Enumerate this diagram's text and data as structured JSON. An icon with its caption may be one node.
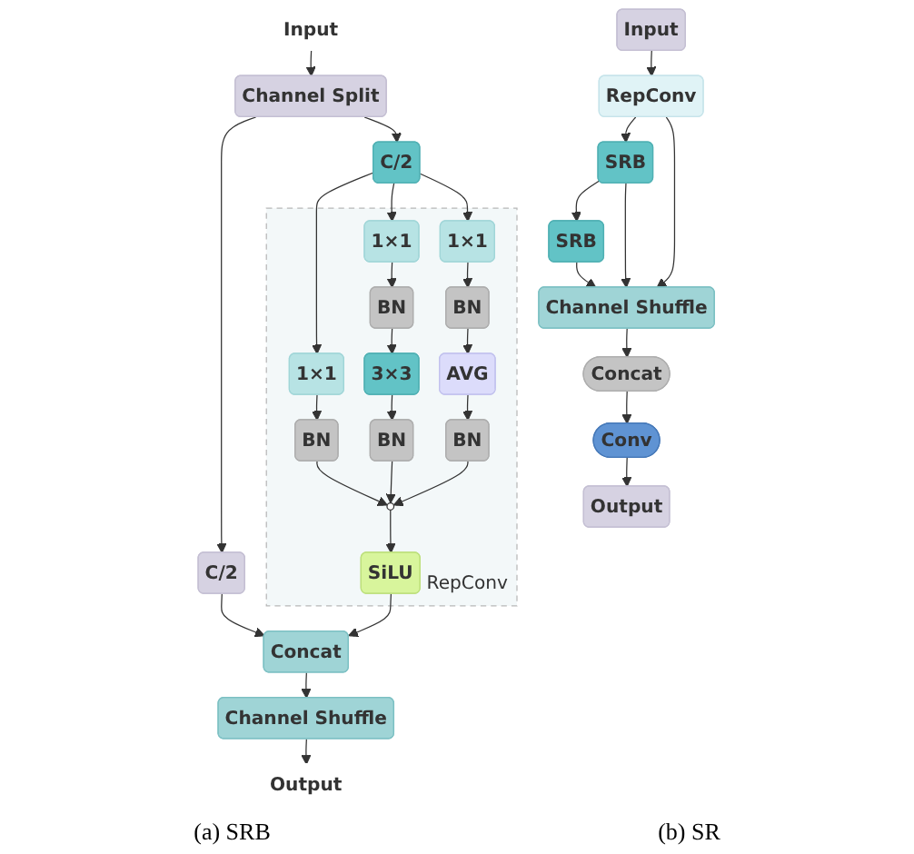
{
  "diagram": {
    "nodes": [
      {
        "text": [
          "Input"
        ]
      },
      {
        "text": [
          "Channel Split"
        ]
      },
      {
        "text": [
          "C/2"
        ]
      },
      {
        "text": [
          "C/2"
        ]
      },
      {
        "text": [
          "RepConv"
        ]
      },
      {
        "text": [
          "1×1"
        ],
        "in": 4
      },
      {
        "text": [
          "BN"
        ],
        "in": 4
      },
      {
        "text": [
          "1×1"
        ],
        "in": 4
      },
      {
        "text": [
          "BN"
        ],
        "in": 4
      },
      {
        "text": [
          "3×3"
        ],
        "in": 4
      },
      {
        "text": [
          "BN"
        ],
        "in": 4
      },
      {
        "text": [
          "1×1"
        ],
        "in": 4
      },
      {
        "text": [
          "BN"
        ],
        "in": 4
      },
      {
        "text": [
          "AVG"
        ],
        "in": 4
      },
      {
        "text": [
          "BN"
        ],
        "in": 4
      },
      {
        "text": [],
        "shape": "circle",
        "in": 4
      },
      {
        "text": [
          "SiLU"
        ],
        "in": 4
      },
      {
        "text": [
          "Concat"
        ]
      },
      {
        "text": [
          "Channel Shuffle"
        ]
      },
      {
        "text": [
          "Output"
        ]
      },
      {
        "text": [
          "Input"
        ]
      },
      {
        "text": [
          "RepConv"
        ]
      },
      {
        "text": [
          "SRB"
        ]
      },
      {
        "text": [
          "SRB"
        ]
      },
      {
        "text": [
          "Channel Shuffle"
        ]
      },
      {
        "text": [
          "Concat"
        ]
      },
      {
        "text": [
          "Conv"
        ]
      },
      {
        "text": [
          "Output"
        ]
      }
    ],
    "edges": [
      {
        "from": 0,
        "to": 1,
        "arrow": "to"
      },
      {
        "from": 1,
        "to": 2,
        "arrow": "to"
      },
      {
        "from": 1,
        "to": 3,
        "arrow": "to"
      },
      {
        "from": 3,
        "to": 5,
        "arrow": "to"
      },
      {
        "from": 3,
        "to": 7,
        "arrow": "to"
      },
      {
        "from": 3,
        "to": 11,
        "arrow": "to"
      },
      {
        "from": 5,
        "to": 6,
        "arrow": "to"
      },
      {
        "from": 6,
        "to": 15,
        "arrow": "to"
      },
      {
        "from": 7,
        "to": 8,
        "arrow": "to"
      },
      {
        "from": 8,
        "to": 9,
        "arrow": "to"
      },
      {
        "from": 9,
        "to": 10,
        "arrow": "to"
      },
      {
        "from": 10,
        "to": 15,
        "arrow": "to"
      },
      {
        "from": 11,
        "to": 12,
        "arrow": "to"
      },
      {
        "from": 12,
        "to": 13,
        "arrow": "to"
      },
      {
        "from": 13,
        "to": 14,
        "arrow": "to"
      },
      {
        "from": 14,
        "to": 15,
        "arrow": "to"
      },
      {
        "from": 15,
        "to": 16,
        "arrow": "to"
      },
      {
        "from": 2,
        "to": 17,
        "arrow": "to"
      },
      {
        "from": 16,
        "to": 17,
        "arrow": "to"
      },
      {
        "from": 17,
        "to": 18,
        "arrow": "to"
      },
      {
        "from": 18,
        "to": 19,
        "arrow": "to"
      },
      {
        "from": 20,
        "to": 21,
        "arrow": "to"
      },
      {
        "from": 21,
        "to": 22,
        "arrow": "to"
      },
      {
        "from": 22,
        "to": 23,
        "arrow": "to"
      },
      {
        "from": 21,
        "to": 24,
        "arrow": "to"
      },
      {
        "from": 22,
        "to": 24,
        "arrow": "to"
      },
      {
        "from": 23,
        "to": 24,
        "arrow": "to"
      },
      {
        "from": 24,
        "to": 25,
        "arrow": "to"
      },
      {
        "from": 25,
        "to": 26,
        "arrow": "to"
      },
      {
        "from": 26,
        "to": 27,
        "arrow": "to"
      }
    ],
    "labels": [
      "(a) SRB",
      "(b) SR"
    ]
  }
}
